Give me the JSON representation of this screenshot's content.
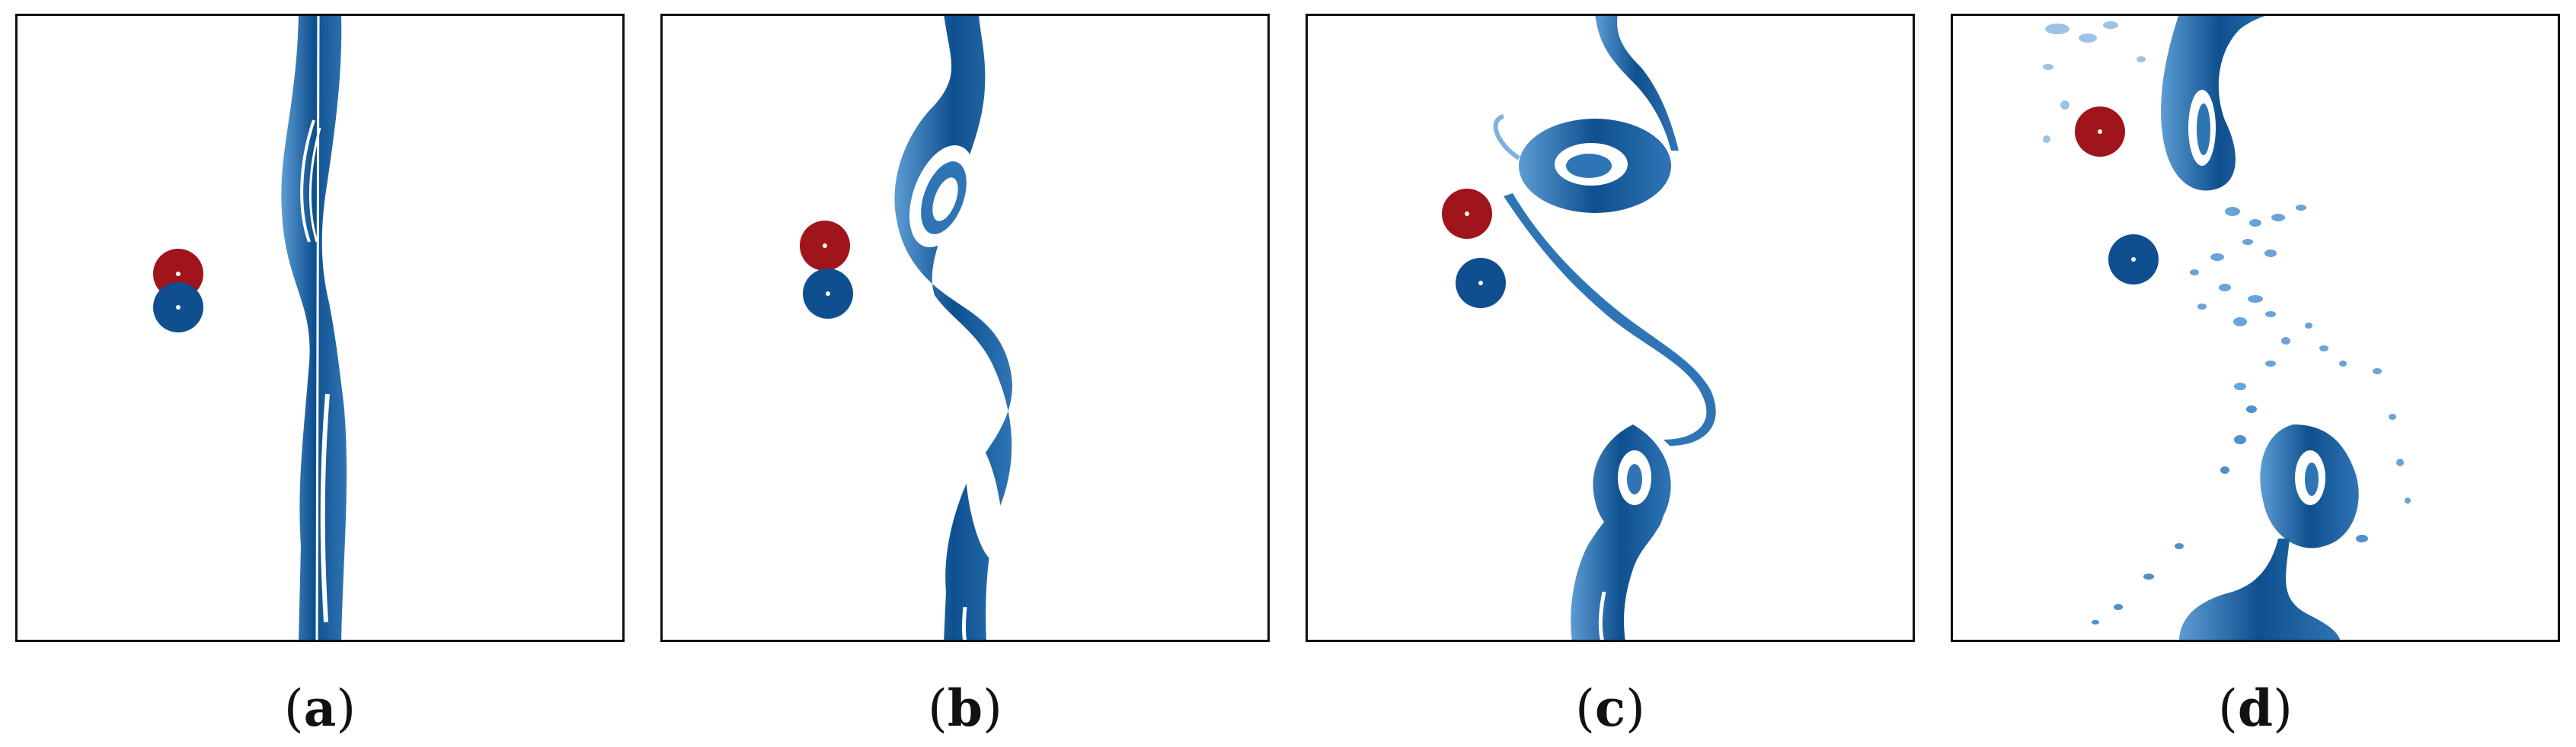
{
  "panels": [
    {
      "caption_open": "(",
      "letter": "a",
      "caption_close": ")"
    },
    {
      "caption_open": "(",
      "letter": "b",
      "caption_close": ")"
    },
    {
      "caption_open": "(",
      "letter": "c",
      "caption_close": ")"
    },
    {
      "caption_open": "(",
      "letter": "d",
      "caption_close": ")"
    }
  ],
  "colors": {
    "stream_dark": "#0e4f8f",
    "stream_mid": "#2f75b5",
    "stream_light": "#9cc3e6",
    "red_particle": "#a0141c",
    "blue_particle": "#0f4f90",
    "frame": "#111111"
  }
}
